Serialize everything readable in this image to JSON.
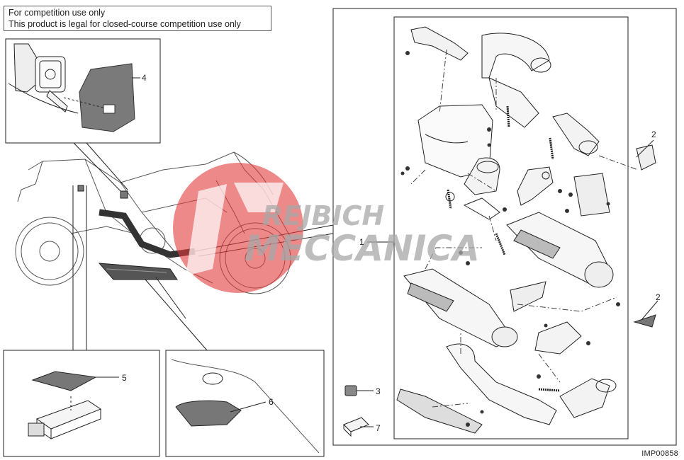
{
  "notice": {
    "line1": "For competition use only",
    "line2": "This product is legal for closed-course competition use only"
  },
  "callouts": {
    "c1": "1",
    "c2a": "2",
    "c2b": "2",
    "c3": "3",
    "c4": "4",
    "c5": "5",
    "c6": "6",
    "c7": "7"
  },
  "watermark": {
    "line1": "REJBICH",
    "line2": "MECCANICA",
    "color": "#e23a3a"
  },
  "footer": {
    "code": "IMP00858"
  },
  "icons": [
    "motorcycle-drawing",
    "exhaust-kit-exploded-view",
    "ecu-module",
    "watermark-logo"
  ]
}
